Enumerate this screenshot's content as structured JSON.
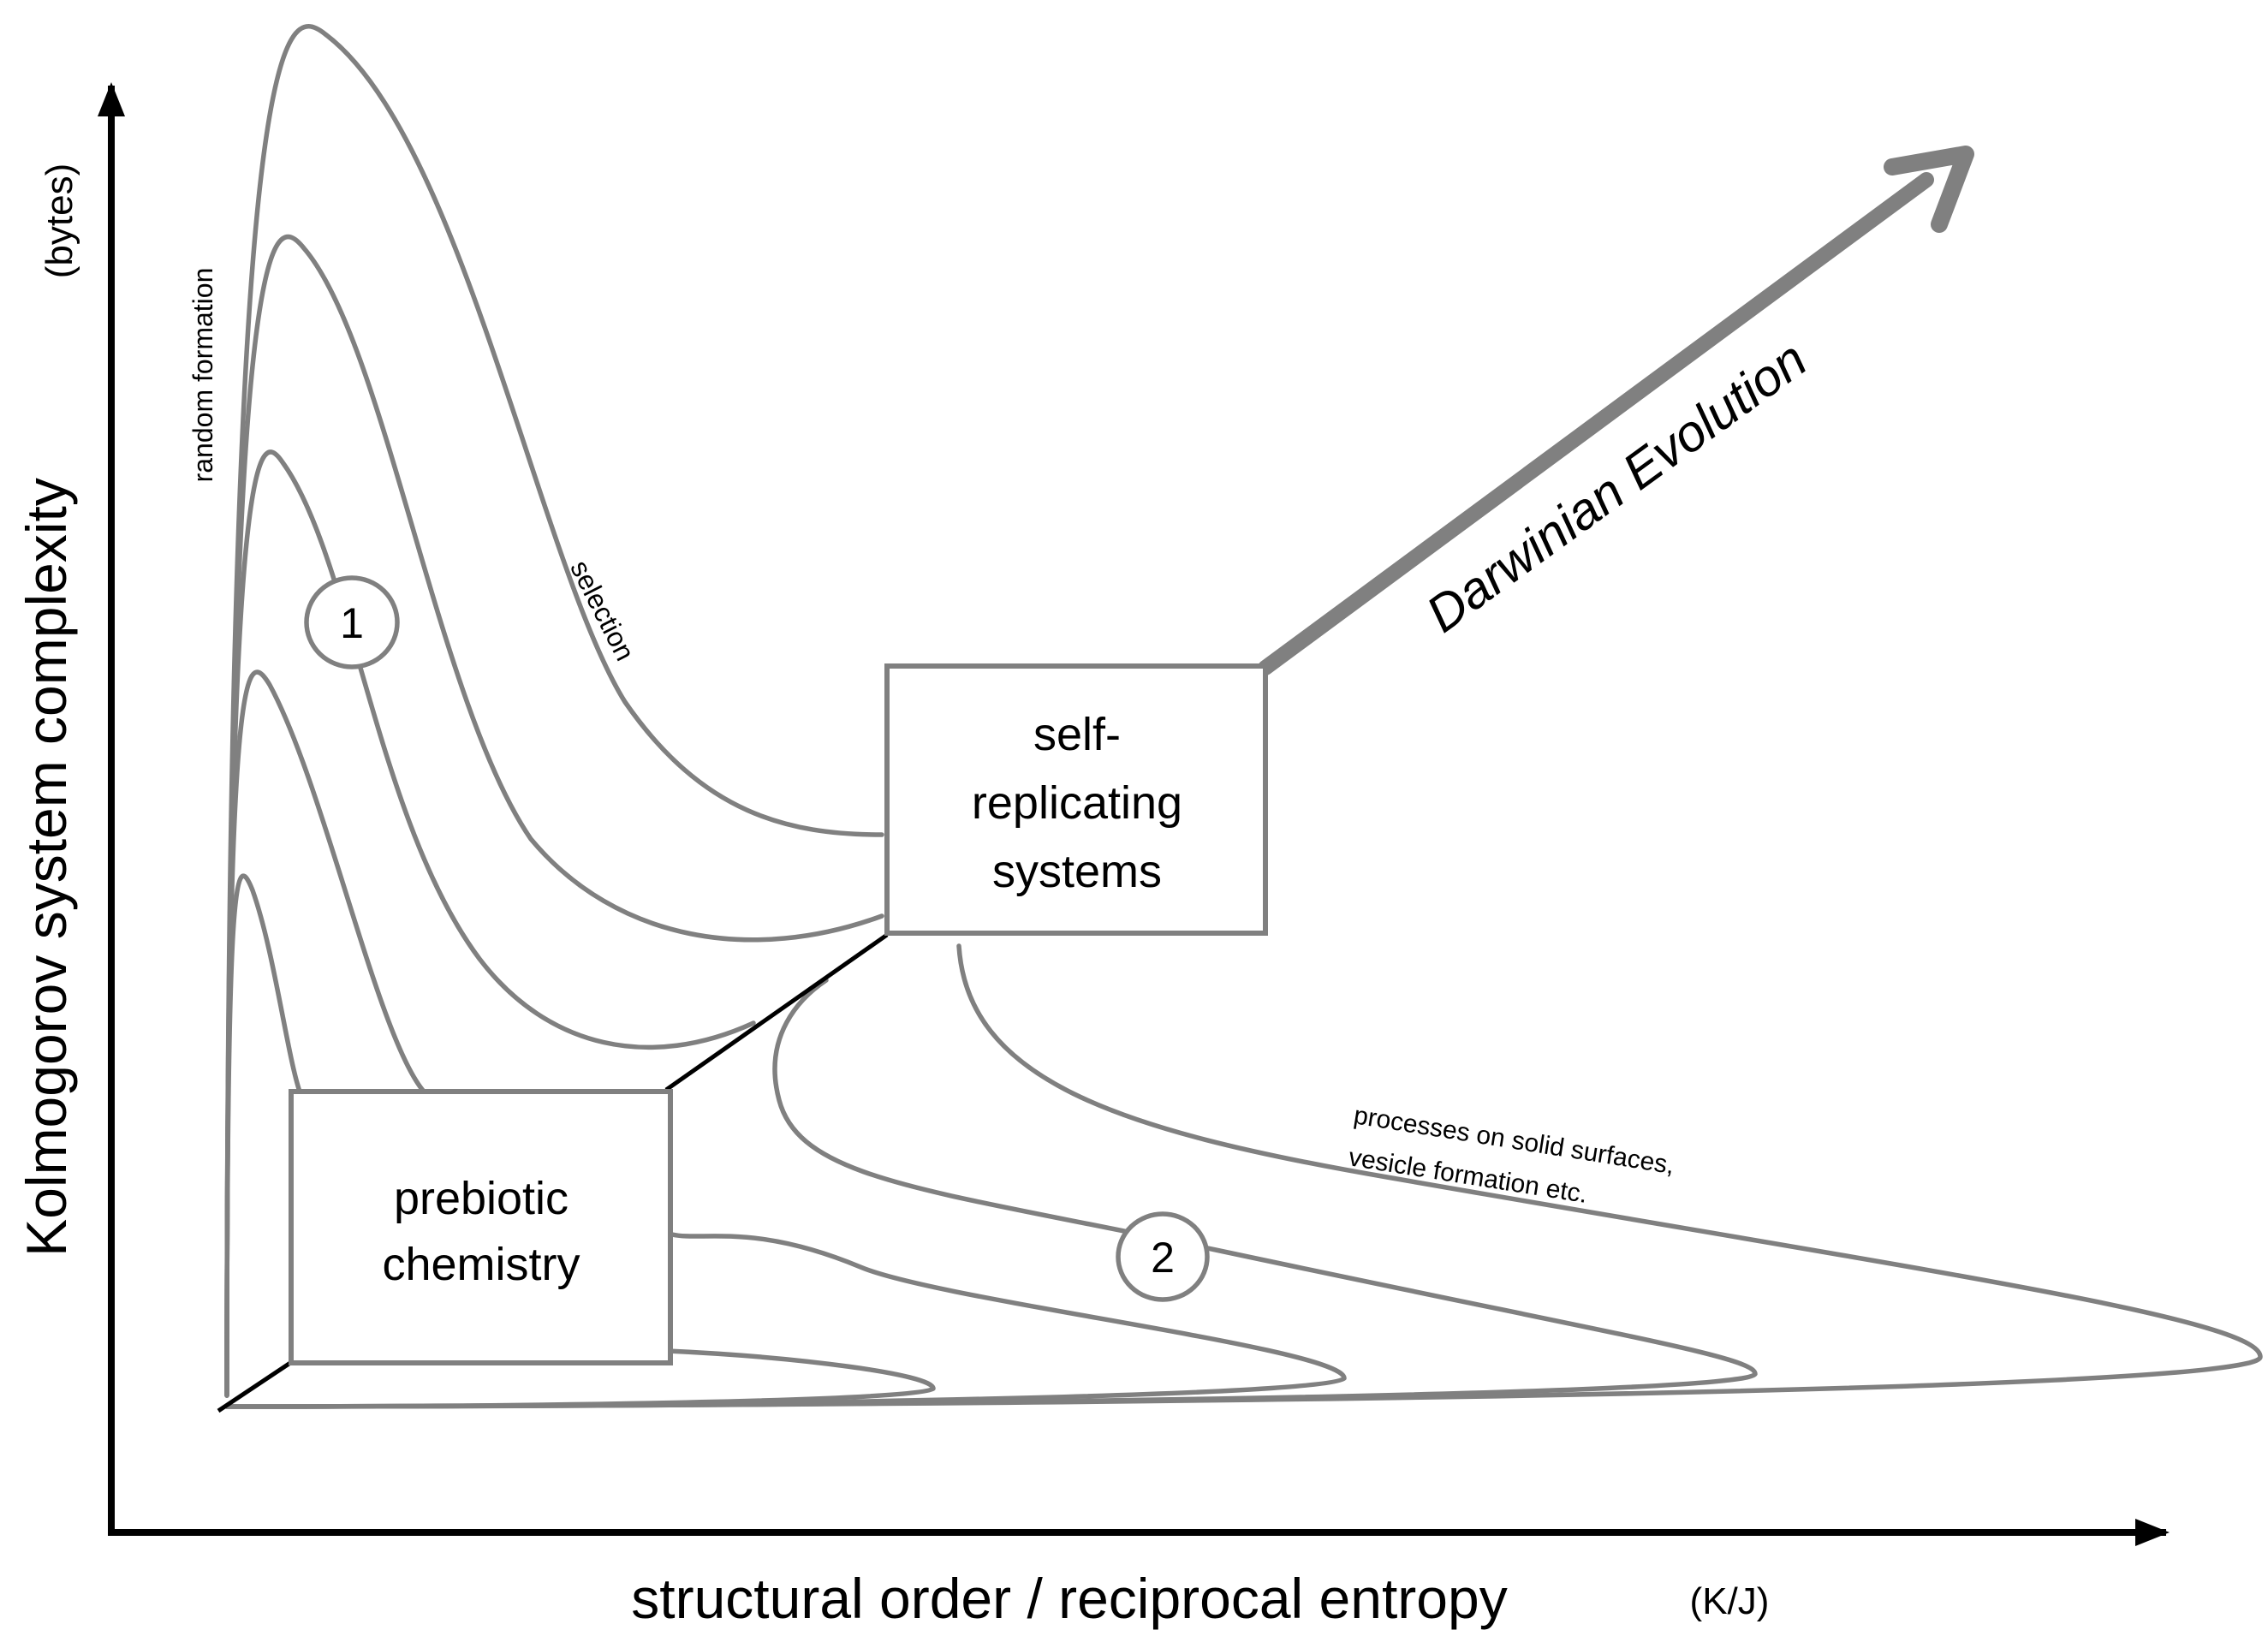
{
  "axes": {
    "y_title": "Kolmogorov system complexity",
    "y_unit": "(bytes)",
    "x_title": "structural order / reciprocal entropy",
    "x_unit": "(K/J)"
  },
  "boxes": {
    "prebiotic": [
      "prebiotic",
      "chemistry"
    ],
    "self_replicating": [
      "self-",
      "replicating",
      "systems"
    ]
  },
  "markers": {
    "one": "1",
    "two": "2"
  },
  "annotations": {
    "random_formation": "random formation",
    "selection": "selection",
    "processes": [
      "processes on solid surfaces,",
      "vesicle formation etc."
    ]
  },
  "evolution": {
    "label": "Darwinian Evolution",
    "color": "#808080"
  },
  "colors": {
    "curves": "#808080",
    "axes": "#000000"
  }
}
